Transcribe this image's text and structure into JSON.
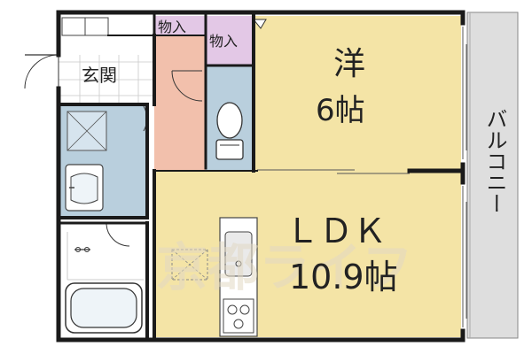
{
  "rooms": {
    "storage_left": "物入",
    "storage_right": "物入",
    "entrance": "玄関",
    "western_room_name": "洋",
    "western_room_size": "6帖",
    "ldk_name": "ＬＤＫ",
    "ldk_size": "10.9帖",
    "balcony": "バルコニー"
  },
  "watermark": "京都ライフ",
  "colors": {
    "wall": "#1a1a1a",
    "room_fill": "#f4e4a6",
    "wet_area_fill": "#b9cfdd",
    "hall_fill": "#f2c0ac",
    "storage_fill": "#e3c8e6",
    "balcony_fill": "#dedede",
    "tile_fill": "#ffffff"
  }
}
